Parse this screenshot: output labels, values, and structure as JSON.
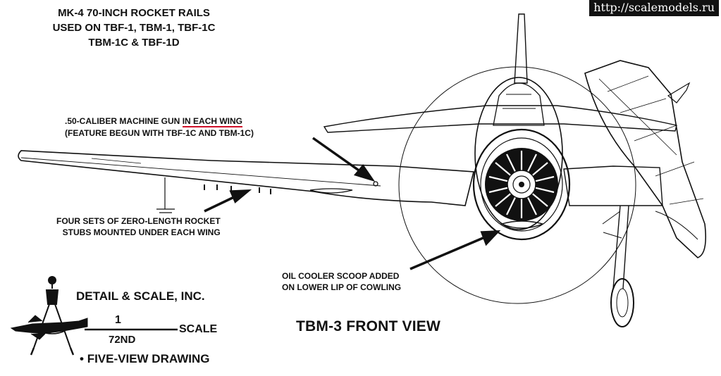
{
  "watermark": "http://scalemodels.ru",
  "labels": {
    "rails": [
      "MK-4 70-INCH ROCKET RAILS",
      "USED ON TBF-1, TBM-1, TBF-1C",
      "TBM-1C & TBF-1D"
    ],
    "gun_line1_a": ".50-CALIBER MACHINE GUN",
    "gun_line1_b": "IN EACH WING",
    "gun_line2": "(FEATURE BEGUN WITH TBF-1C AND TBM-1C)",
    "stubs": [
      "FOUR SETS OF ZERO-LENGTH ROCKET",
      "STUBS MOUNTED UNDER EACH WING"
    ],
    "oil": [
      "OIL COOLER SCOOP ADDED",
      "ON LOWER LIP OF COWLING"
    ],
    "title": "TBM-3 FRONT VIEW"
  },
  "logo": {
    "company": "DETAIL & SCALE, INC.",
    "scale_num": "1",
    "scale_den": "72ND",
    "scale_word": "SCALE",
    "bullet": "•",
    "five_view": "FIVE-VIEW DRAWING"
  },
  "colors": {
    "ink": "#111111",
    "highlight": "#d0102a",
    "paper": "#ffffff"
  }
}
